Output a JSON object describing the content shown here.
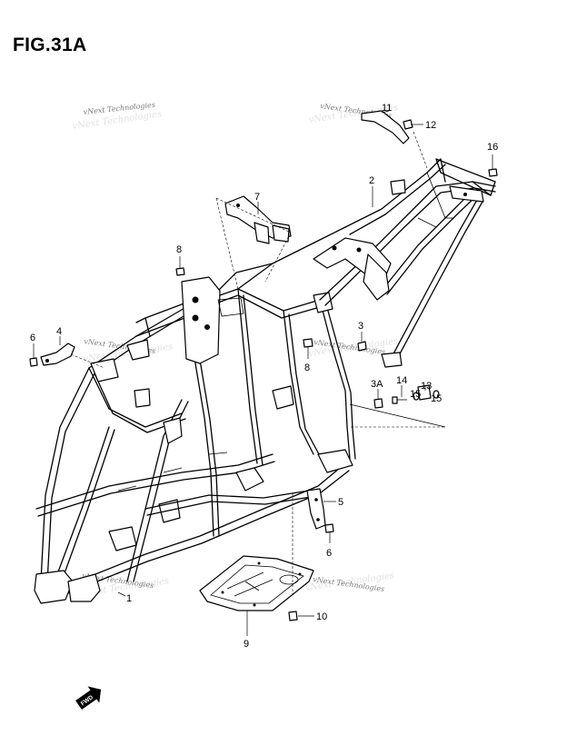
{
  "figure": {
    "title": "FIG.31A"
  },
  "watermark": {
    "text": "vNext Technologies"
  },
  "direction_icon": {
    "name": "fwd-arrow-icon",
    "text": "FWD"
  },
  "callouts": [
    "1",
    "2",
    "3",
    "3A",
    "4",
    "5",
    "6",
    "6",
    "7",
    "8",
    "8",
    "9",
    "10",
    "11",
    "12",
    "13",
    "14",
    "15",
    "15",
    "16"
  ]
}
